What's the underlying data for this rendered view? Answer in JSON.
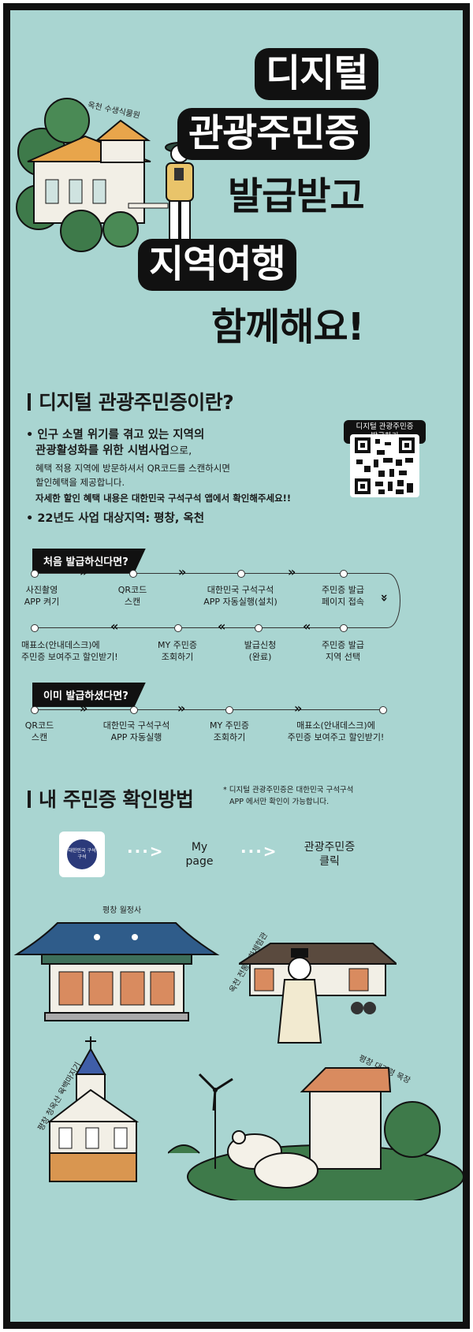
{
  "headline": {
    "line1": "디지털",
    "line2": "관광주민증",
    "line3": "발급받고",
    "line4": "지역여행",
    "line5": "함께해요!"
  },
  "place_labels": {
    "okcheon_arboretum": "옥천 수생식물원",
    "pyeongchang_woljeongsa": "평창 월정사",
    "okcheon_culture": "옥천 전통문화체험관",
    "pyeongchang_church": "평창 청옥산 육백마지기",
    "pyeongchang_ranch": "평창 대관령 목장"
  },
  "intro": {
    "title": "디지털 관광주민증이란?",
    "bullet1_line1": "인구 소멸 위기를 겪고 있는 지역의",
    "bullet1_line2_bold": "관광활성화를 위한 시범사업",
    "bullet1_line2_rest": "으로,",
    "line3": "혜택 적용 지역에 방문하셔서 QR코드를 스캔하시면",
    "line4": "할인혜택을 제공합니다.",
    "line5": "자세한 할인 혜택 내용은 대한민국 구석구석 앱에서 확인해주세요!!",
    "bullet2": "22년도 사업 대상지역: 평창, 옥천",
    "qr_label_line1": "디지털 관광주민증",
    "qr_label_line2": "발급하기"
  },
  "first_time": {
    "tag": "처음 발급하신다면?",
    "row1": [
      {
        "l1": "사진촬영",
        "l2": "APP 켜기"
      },
      {
        "l1": "QR코드",
        "l2": "스캔"
      },
      {
        "l1": "대한민국 구석구석",
        "l2": "APP 자동실행(설치)"
      },
      {
        "l1": "주민증 발급",
        "l2": "페이지 접속"
      }
    ],
    "row2": [
      {
        "l1": "매표소(안내데스크)에",
        "l2": "주민증 보여주고 할인받기!"
      },
      {
        "l1": "MY 주민증",
        "l2": "조회하기"
      },
      {
        "l1": "발급신청",
        "l2": "(완료)"
      },
      {
        "l1": "주민증 발급",
        "l2": "지역 선택"
      }
    ]
  },
  "already": {
    "tag": "이미 발급하셨다면?",
    "row": [
      {
        "l1": "QR코드",
        "l2": "스캔"
      },
      {
        "l1": "대한민국 구석구석",
        "l2": "APP 자동실행"
      },
      {
        "l1": "MY 주민증",
        "l2": "조회하기"
      },
      {
        "l1": "매표소(안내데스크)에",
        "l2": "주민증 보여주고 할인받기!"
      }
    ]
  },
  "check": {
    "title": "내 주민증 확인방법",
    "note_line1": "* 디지털 관광주민증은 대한민국 구석구석",
    "note_line2": "APP 에서만 확인이 가능합니다.",
    "app_icon_text": "대한민국 구석구석",
    "step2_l1": "My",
    "step2_l2": "page",
    "step3_l1": "관광주민증",
    "step3_l2": "클릭",
    "arrow": "···>"
  },
  "chevron": "»",
  "colors": {
    "background": "#a9d5d1",
    "ink": "#111111",
    "accent_orange": "#e8a54b"
  }
}
